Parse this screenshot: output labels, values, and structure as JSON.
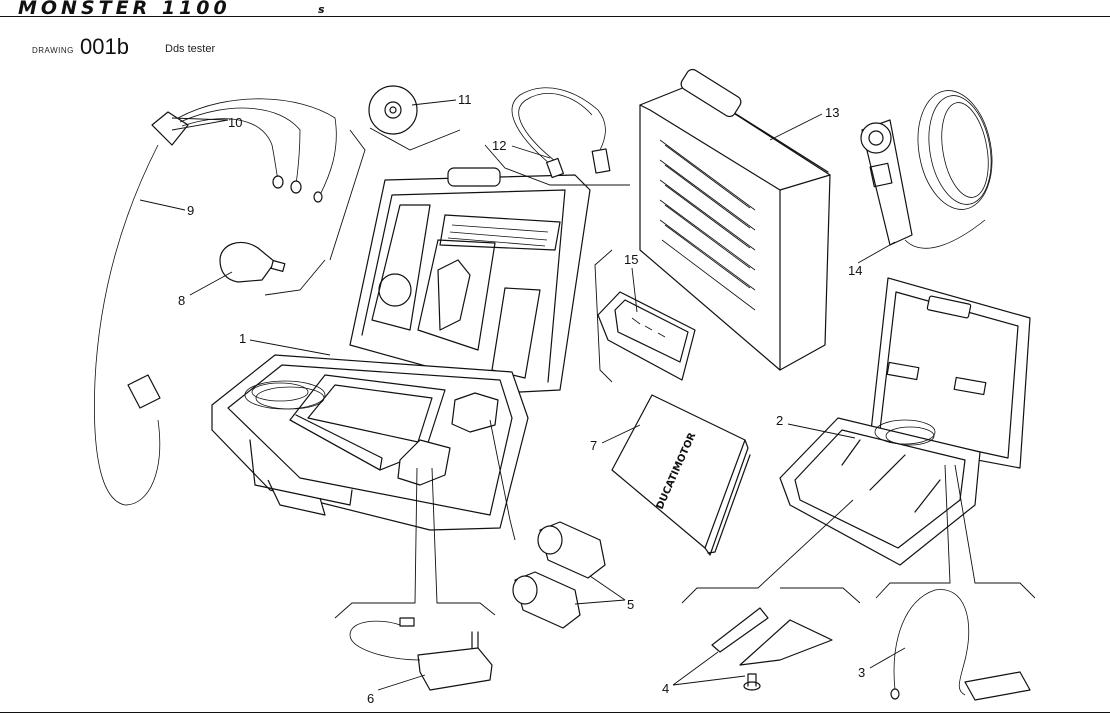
{
  "header": {
    "brand": "MONSTER 1100",
    "brand_suffix": "s",
    "drawing_label": "DRAWING",
    "drawing_number": "001b",
    "drawing_title": "Dds tester"
  },
  "manual_text": "DUCATIMOTOR",
  "callouts": [
    {
      "id": "1",
      "label": "1"
    },
    {
      "id": "2",
      "label": "2"
    },
    {
      "id": "3",
      "label": "3"
    },
    {
      "id": "4",
      "label": "4"
    },
    {
      "id": "5",
      "label": "5"
    },
    {
      "id": "6",
      "label": "6"
    },
    {
      "id": "7",
      "label": "7"
    },
    {
      "id": "8",
      "label": "8"
    },
    {
      "id": "9",
      "label": "9"
    },
    {
      "id": "10",
      "label": "10"
    },
    {
      "id": "11",
      "label": "11"
    },
    {
      "id": "12",
      "label": "12"
    },
    {
      "id": "13",
      "label": "13"
    },
    {
      "id": "14",
      "label": "14"
    },
    {
      "id": "15",
      "label": "15"
    }
  ]
}
